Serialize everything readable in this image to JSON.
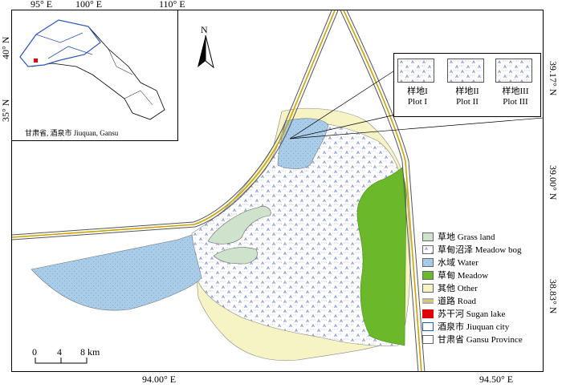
{
  "map": {
    "top_ticks": [
      "95° E",
      "100° E",
      "110° E"
    ],
    "bottom_ticks": [
      "94.00° E",
      "94.50° E"
    ],
    "left_ticks": [
      "40° N",
      "35° N"
    ],
    "right_ticks": [
      "39.17° N",
      "39.00° N",
      "38.83° N"
    ],
    "north_label": "N",
    "scale": {
      "labels": [
        "0",
        "4",
        "8 km"
      ]
    },
    "inset_caption": "甘肃省, 酒泉市 Jiuquan, Gansu"
  },
  "plots": [
    {
      "line1": "样地I",
      "line2": "Plot I"
    },
    {
      "line1": "样地II",
      "line2": "Plot II"
    },
    {
      "line1": "样地III",
      "line2": "Plot III"
    }
  ],
  "legend": [
    {
      "label": "草地 Grass land",
      "color": "#cfe3cc",
      "pattern": "plain"
    },
    {
      "label": "草甸沼泽 Meadow bog",
      "color": "#ffffff",
      "pattern": "bog"
    },
    {
      "label": "水域 Water",
      "color": "#a9cde8",
      "pattern": "water"
    },
    {
      "label": "草甸 Meadow",
      "color": "#6cb82b",
      "pattern": "plain"
    },
    {
      "label": "其他 Other",
      "color": "#f6f3c5",
      "pattern": "plain"
    },
    {
      "label": "道路 Road",
      "color": "#c9a400",
      "pattern": "road"
    },
    {
      "label": "苏干河 Sugan lake",
      "color": "#e00000",
      "pattern": "plain"
    },
    {
      "label": "酒泉市 Jiuquan city",
      "color": "#ffffff",
      "pattern": "blue-outline"
    },
    {
      "label": "甘肃省 Gansu Province",
      "color": "#ffffff",
      "pattern": "plain"
    }
  ]
}
